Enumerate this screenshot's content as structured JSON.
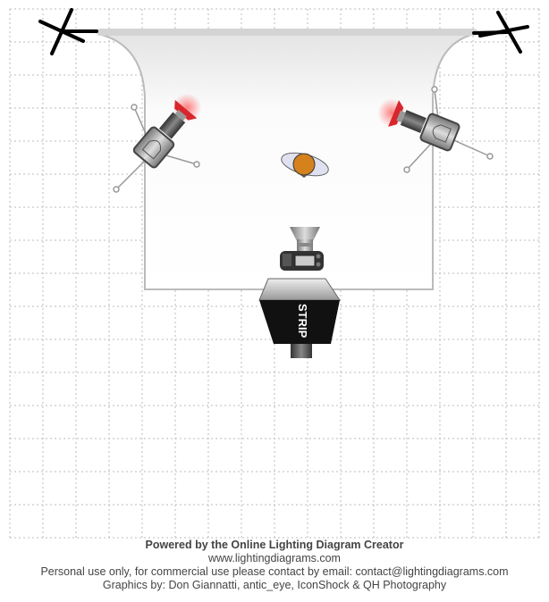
{
  "diagram": {
    "softbox_label": "STRIP",
    "elements": [
      "background-paper",
      "boom-stand-left",
      "boom-stand-right",
      "strobe-left",
      "strobe-right",
      "subject",
      "camera",
      "strip-softbox"
    ],
    "colors": {
      "grid": "#bbbbbb",
      "strobe_modifier": "#d8262c",
      "subject": "#d4811e",
      "softbox": "#111111"
    }
  },
  "footer": {
    "title": "Powered by the Online Lighting Diagram Creator",
    "website": "www.lightingdiagrams.com",
    "license": "Personal use only, for commercial use please contact by email: contact@lightingdiagrams.com",
    "credits": "Graphics by: Don Giannatti, antic_eye, IconShock & QH Photography"
  }
}
